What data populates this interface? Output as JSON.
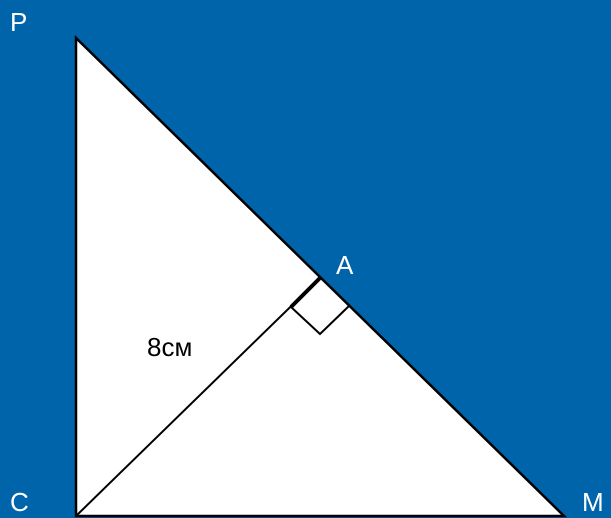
{
  "diagram": {
    "background_color": "#0064AB",
    "triangle_fill": "#FFFFFF",
    "stroke_color": "#000000",
    "label_color": "#FFFFFF",
    "vertices": {
      "P": "P",
      "C": "C",
      "M": "M",
      "A": "A"
    },
    "altitude_label": "8см",
    "right_angle_marker": "right-angle"
  }
}
